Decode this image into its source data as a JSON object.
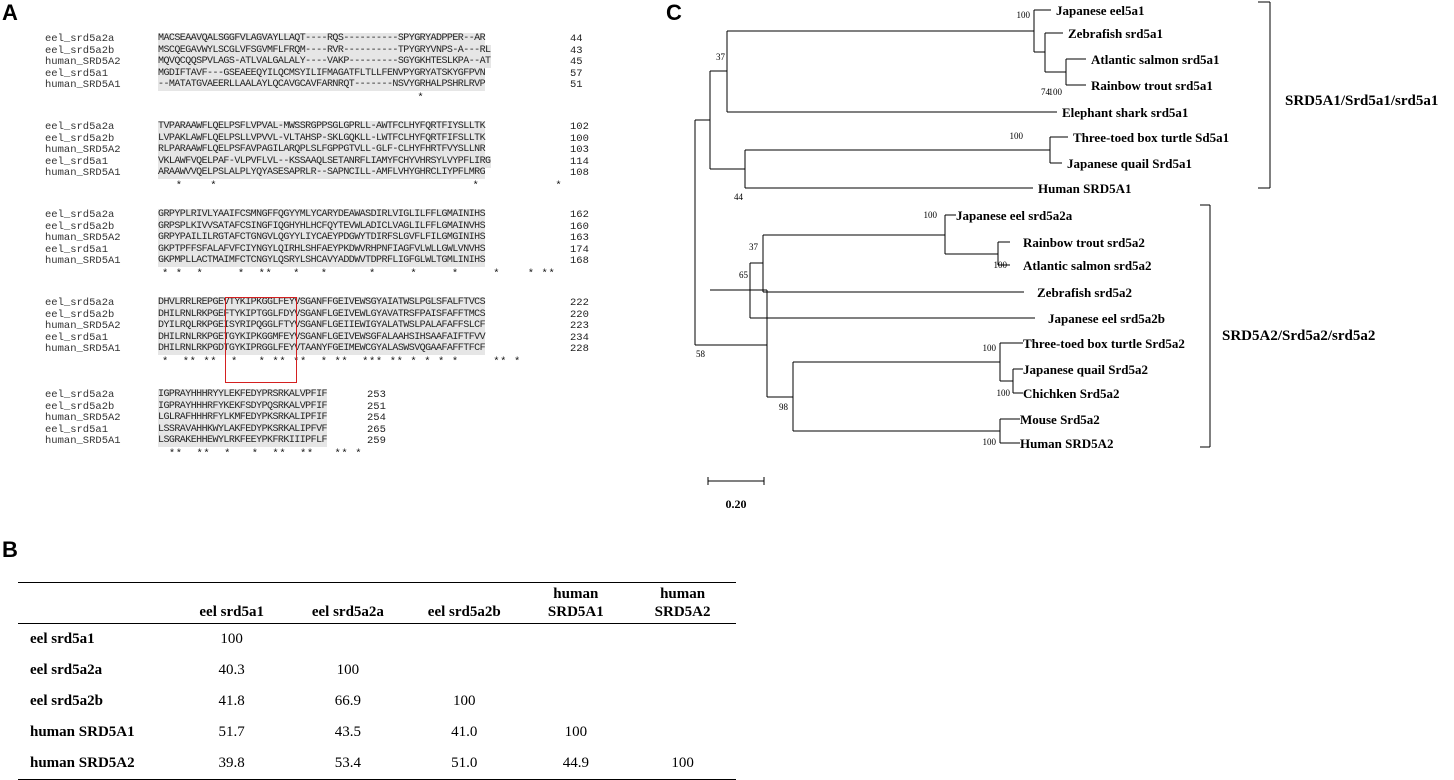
{
  "panels": {
    "a": "A",
    "b": "B",
    "c": "C"
  },
  "alignment": {
    "blocks": [
      {
        "rows": [
          {
            "name": "eel_srd5a2a",
            "seq": "MACSEAAVQALSGGFVLAGVAYLLAQT----RQS----------SPYGRYADPPER--AR",
            "end": "44"
          },
          {
            "name": "eel_srd5a2b",
            "seq": "MSCQEGAVWYLSCGLVFSGVMFLFRQM----RVR----------TPYGRYVNPS-A---RL",
            "end": "43"
          },
          {
            "name": "human_SRD5A2",
            "seq": "MQVQCQQSPVLAGS-ATLVALGALALY----VAKP---------SGYGKHTESLKPA--AT",
            "end": "45"
          },
          {
            "name": "eel_srd5a1",
            "seq": "MGDIFTAVF---GSEAEEQYILQCMSYILIFMAGATFLTLLFENVPYGRYATSKYGFPVN",
            "end": "57"
          },
          {
            "name": "human_SRD5A1",
            "seq": "--MATATGVAEERLLAALAYLQCAVGCAVFARNRQT-------NSVYGRHALPSHRLRVP",
            "end": "51"
          }
        ],
        "stars": "                                     *         "
      },
      {
        "rows": [
          {
            "name": "eel_srd5a2a",
            "seq": "TVPARAAWFLQELPSFLVPVAL-MWSSRGPPSGLGPRLL-AWTFCLHYFQRTFIYSLLTK",
            "end": "102"
          },
          {
            "name": "eel_srd5a2b",
            "seq": "LVPAKLAWFLQELPSLLVPVVL-VLTAHSP-SKLGQKLL-LWTFCLHYFQRTFIFSLLTK",
            "end": "100"
          },
          {
            "name": "human_SRD5A2",
            "seq": "RLPARAAWFLQELPSFAVPAGILARQPLSLFGPPGTVLL-GLF-CLHYFHRTFVYSLLNR",
            "end": "103"
          },
          {
            "name": "eel_srd5a1",
            "seq": "VKLAWFVQELPAF-VLPVFLVL--KSSAAQLSETANRFLIAMYFCHYVHRSYLVYPFLIRG",
            "end": "114"
          },
          {
            "name": "human_SRD5A1",
            "seq": "ARAAWVVQELPSLALPLYQYASESAPRLR--SAPNCILL-AMFLVHYGHRCLIYPFLMRG",
            "end": "108"
          }
        ],
        "stars": "  *    *                                     *           *"
      },
      {
        "rows": [
          {
            "name": "eel_srd5a2a",
            "seq": "GRPYPLRIVLYAAIFCSMNGFFQGYYMLYCARYDEAWASDIRLVIGLILFFLGMAINIHS",
            "end": "162"
          },
          {
            "name": "eel_srd5a2b",
            "seq": "GRPSPLKIVVSATAFCSINGFIQGHYHLHCFQYTEVWLADICLVAGLILFFLGMAINVHS",
            "end": "160"
          },
          {
            "name": "human_SRD5A2",
            "seq": "GRPYPAILILRGTAFCTGNGVLQGYYLIYCAEYPDGWYTDIRFSLGVFLFILGMGINIHS",
            "end": "163"
          },
          {
            "name": "eel_srd5a1",
            "seq": "GKPTPFFSFALAFVFCIYNGYLQIRHLSHFAEYPKDWVRHPNFIAGFVLWLLGWLVNVHS",
            "end": "174"
          },
          {
            "name": "human_SRD5A1",
            "seq": "GKPMPLLACTMAIMFCTCNGYLQSRYLSHCAVYADDWVTDPRFLIGFGLWLTGMLINIHS",
            "end": "168"
          }
        ],
        "stars": "* *  *     *  **   *   *      *     *     *     *    * **"
      },
      {
        "rows": [
          {
            "name": "eel_srd5a2a",
            "seq": "DHVLRRLREPGEVTYKIPKGGLFEYVSGANFFGEIVEWSGYAIATWSLPGLSFALFTVCS",
            "end": "222"
          },
          {
            "name": "eel_srd5a2b",
            "seq": "DHILRNLRKPGEFTYKIPTGGLFDYVSGANFLGEIVEWLGYAVATRSFPAISFAFFTMCS",
            "end": "220"
          },
          {
            "name": "human_SRD5A2",
            "seq": "DYILRQLRKPGEISYRIPQGGLFTYVSGANFLGEIIEWIGYALATWSLPALAFAFFSLCF",
            "end": "223"
          },
          {
            "name": "eel_srd5a1",
            "seq": "DHILRNLRKPGETGYKIPKGGMFEYVSGANFLGEIVEWSGFALAAHSIHSAAFAIFTFVV",
            "end": "234"
          },
          {
            "name": "human_SRD5A1",
            "seq": "DHILRNLRKPGDTGYKIPRGGLFEYVTAANYFGEIMEWCGYALASWSVQGAAFAFFTFCF",
            "end": "228"
          }
        ],
        "stars": "*  ** **  *   * ** **  * **  *** ** * * * *     ** *"
      },
      {
        "rows": [
          {
            "name": "eel_srd5a2a",
            "seq": "IGPRAYHHHRYYLEKFEDYPRSRKALVPFIF",
            "end": "253"
          },
          {
            "name": "eel_srd5a2b",
            "seq": "IGPRAYHHHRFYKEKFSDYPQSRKALVPFIF",
            "end": "251"
          },
          {
            "name": "human_SRD5A2",
            "seq": "LGLRAFHHHRFYLKMFEDYPKSRKALIPFIF",
            "end": "254"
          },
          {
            "name": "eel_srd5a1",
            "seq": "LSSRAVAHHKWYLAKFEDYPKSRKALIPFVF",
            "end": "265"
          },
          {
            "name": "human_SRD5A1",
            "seq": "LSGRAKEHHEWYLRKFEEYPKFRKIIIPFLF",
            "end": "259"
          }
        ],
        "stars": " **  **  *   *  **  **   ** *"
      }
    ]
  },
  "identity_table": {
    "columns": [
      "eel srd5a1",
      "eel srd5a2a",
      "eel srd5a2b",
      "human SRD5A1",
      "human SRD5A2"
    ],
    "rows": [
      {
        "label": "eel srd5a1",
        "values": [
          "100",
          "",
          "",
          "",
          ""
        ]
      },
      {
        "label": "eel srd5a2a",
        "values": [
          "40.3",
          "100",
          "",
          "",
          ""
        ]
      },
      {
        "label": "eel srd5a2b",
        "values": [
          "41.8",
          "66.9",
          "100",
          "",
          ""
        ]
      },
      {
        "label": "human SRD5A1",
        "values": [
          "51.7",
          "43.5",
          "41.0",
          "100",
          ""
        ]
      },
      {
        "label": "human SRD5A2",
        "values": [
          "39.8",
          "53.4",
          "51.0",
          "44.9",
          "100"
        ]
      }
    ]
  },
  "tree": {
    "leaves": [
      "Japanese eel5a1",
      "Zebrafish srd5a1",
      "Atlantic salmon srd5a1",
      "Rainbow trout srd5a1",
      "Elephant shark srd5a1",
      "Three-toed box turtle Sd5a1",
      "Japanese quail Srd5a1",
      "Human SRD5A1",
      "Japanese eel srd5a2a",
      "Rainbow trout srd5a2",
      "Atlantic salmon srd5a2",
      "Zebrafish srd5a2",
      "Japanese eel srd5a2b",
      "Three-toed box turtle Srd5a2",
      "Japanese quail Srd5a2",
      "Chichken Srd5a2",
      "Mouse Srd5a2",
      "Human SRD5A2"
    ],
    "bootstrap": [
      "100",
      "74",
      "100",
      "37",
      "100",
      "44",
      "100",
      "100",
      "37",
      "65",
      "58",
      "100",
      "100",
      "98",
      "100"
    ],
    "groups": [
      "SRD5A1/Srd5a1/srd5a1",
      "SRD5A2/Srd5a2/srd5a2"
    ],
    "scale_label": "0.20"
  }
}
